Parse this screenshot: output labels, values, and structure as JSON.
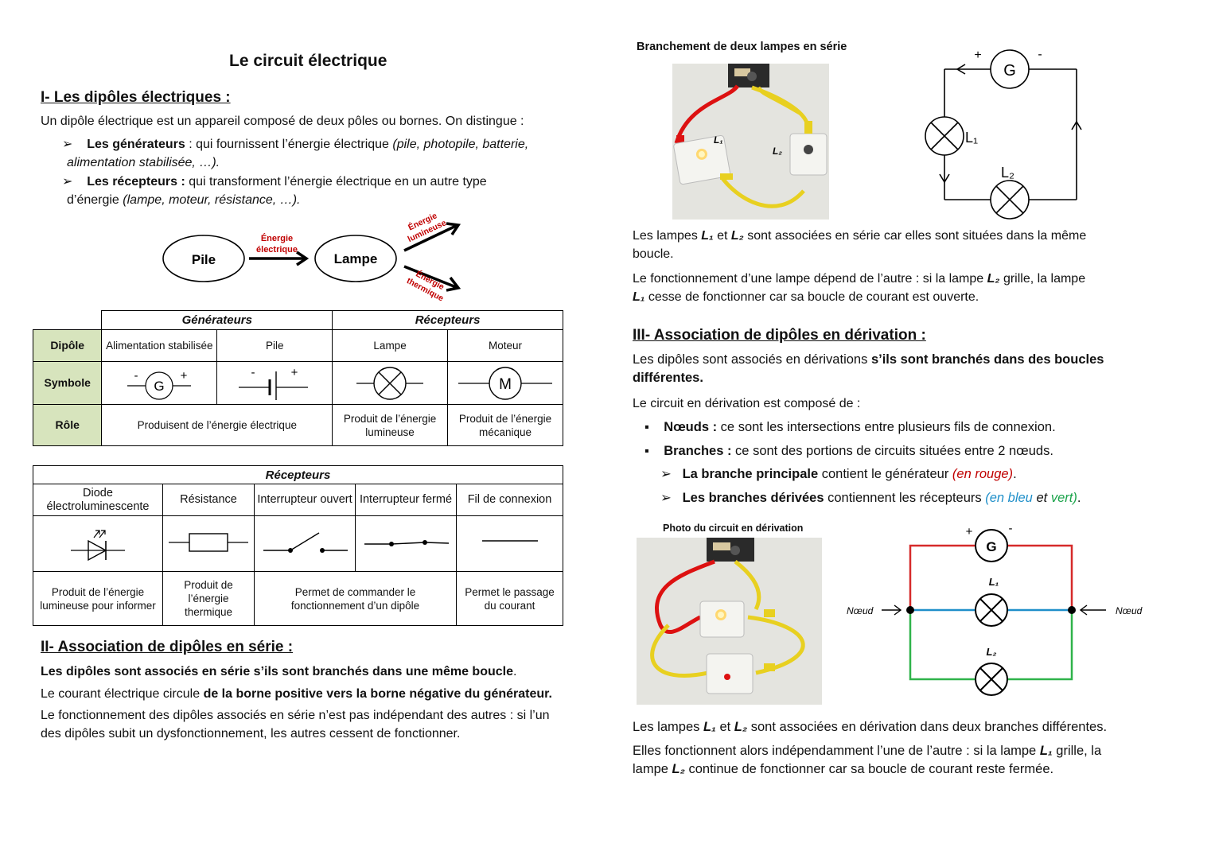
{
  "title": "Le circuit électrique",
  "section1": {
    "heading": "I- Les dipôles électriques :",
    "intro": "Un dipôle électrique est un appareil composé de deux pôles ou bornes. On distingue :",
    "generateurs_label": "Les générateurs",
    "generateurs_text": " : qui fournissent l’énergie électrique ",
    "generateurs_examples_1": "(pile, photopile, batterie,",
    "generateurs_examples_2": "alimentation stabilisée, …).",
    "recepteurs_label": "Les récepteurs :",
    "recepteurs_text": " qui transforment l’énergie électrique en un autre type",
    "recepteurs_text2": "d’énergie ",
    "recepteurs_examples": "(lampe, moteur, résistance, …).",
    "diagram": {
      "pile": "Pile",
      "lampe": "Lampe",
      "energie_elec_1": "Énergie",
      "energie_elec_2": "électrique",
      "energie_lum_1": "Énergie",
      "energie_lum_2": "lumineuse",
      "energie_therm_1": "Énergie",
      "energie_therm_2": "thermique"
    }
  },
  "table1": {
    "h_generateurs": "Générateurs",
    "h_recepteurs": "Récepteurs",
    "row_dipole": "Dipôle",
    "row_symbole": "Symbole",
    "row_role": "Rôle",
    "dipoles": [
      "Alimentation stabilisée",
      "Pile",
      "Lampe",
      "Moteur"
    ],
    "sym_g": "G",
    "sym_m": "M",
    "plus": "+",
    "minus": "-",
    "role_gen": "Produisent de l’énergie électrique",
    "role_lampe": "Produit de l’énergie lumineuse",
    "role_moteur": "Produit de l’énergie mécanique"
  },
  "table2": {
    "h_recepteurs": "Récepteurs",
    "cols": [
      "Diode électroluminescente",
      "Résistance",
      "Interrupteur ouvert",
      "Interrupteur fermé",
      "Fil de connexion"
    ],
    "role_diode": "Produit de l’énergie lumineuse pour informer",
    "role_resistance": "Produit de l’énergie thermique",
    "role_interrupteur": "Permet de commander le fonctionnement d’un dipôle",
    "role_fil": "Permet le passage du courant"
  },
  "section2": {
    "heading": "II- Association de dipôles en série :",
    "p1": "Les dipôles sont associés en série s’ils sont branchés dans une même boucle",
    "p1_end": ".",
    "p2a": "Le courant électrique circule ",
    "p2b": "de la borne positive vers la borne négative du générateur.",
    "p3a": "Le fonctionnement des dipôles associés en série n’est pas indépendant des autres : si l’un",
    "p3b": "des dipôles subit un dysfonctionnement, les autres cessent de fonctionner."
  },
  "serie": {
    "photo_caption": "Branchement de deux lampes en série",
    "photo_l1": "L₁",
    "photo_l2": "L₂",
    "schema_g": "G",
    "schema_plus": "+",
    "schema_minus": "-",
    "schema_l1": "L₁",
    "schema_l2": "L₂",
    "p1a": "Les lampes ",
    "l1": "L₁",
    "et": " et ",
    "l2": "L₂",
    "p1b": " sont associées en série car elles sont situées dans la même",
    "p1c": "boucle.",
    "p2a": "Le fonctionnement d’une lampe dépend de l’autre : si la lampe ",
    "p2b": "  grille, la lampe",
    "p2c": " cesse de fonctionner car sa boucle de courant est ouverte."
  },
  "section3": {
    "heading": "III- Association de dipôles en dérivation :",
    "p1a": "Les dipôles sont associés en dérivations ",
    "p1b": "s’ils sont branchés dans des boucles",
    "p1c": "différentes.",
    "p2": "Le circuit en dérivation est composé de :",
    "noeuds_label": "Nœuds :",
    "noeuds_text": " ce sont les intersections entre plusieurs fils de connexion.",
    "branches_label": "Branches :",
    "branches_text": " ce sont des portions de circuits situées entre 2 nœuds.",
    "bp_label": "La branche principale",
    "bp_text": " contient le générateur ",
    "bp_color": "(en rouge)",
    "bp_end": ".",
    "bd_label": "Les branches dérivées",
    "bd_text": " contiennent les récepteurs ",
    "bd_blue": "(en bleu",
    "bd_et": " et ",
    "bd_green": "vert)",
    "bd_end": "."
  },
  "derivation": {
    "photo_caption": "Photo du circuit en dérivation",
    "schema_g": "G",
    "schema_plus": "+",
    "schema_minus": "-",
    "schema_l1": "L₁",
    "schema_l2": "L₂",
    "noeud": "Nœud",
    "p1a": "Les lampes ",
    "l1": "L₁",
    "et": " et ",
    "l2": "L₂",
    "p1b": " sont associées en dérivation dans deux branches différentes.",
    "p2a": "Elles fonctionnent alors indépendamment l’une de l’autre : si la lampe ",
    "p2b": "  grille, la",
    "p2c": "lampe ",
    "p2d": " continue de fonctionner car sa boucle de courant reste fermée."
  },
  "colors": {
    "green_cell": "#d7e4bd",
    "arrow_red_text": "#c00000",
    "branch_red": "#d62a2a",
    "branch_blue": "#1f8fc9",
    "branch_green": "#2fb34a"
  }
}
